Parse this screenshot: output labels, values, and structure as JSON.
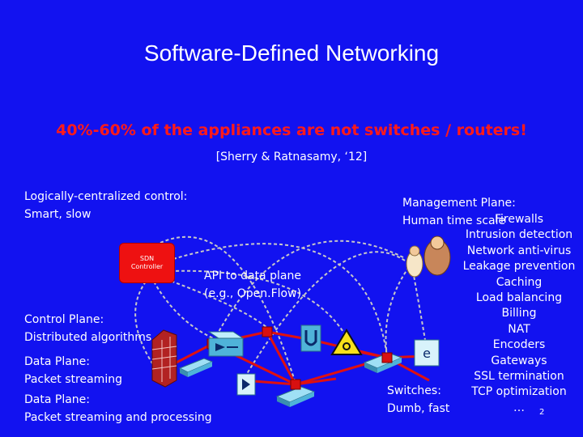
{
  "slide": {
    "title": "Software-Defined Networking",
    "headline": "40%-60% of the appliances are not switches / routers!",
    "citation": "[Sherry & Ratnasamy, ‘12]",
    "page_number": "2"
  },
  "left_labels": {
    "logically_centralized": "Logically-centralized control:",
    "smart_slow": "Smart, slow",
    "control_plane": "Control Plane:",
    "distributed_algorithms": "Distributed algorithms",
    "data_plane_1": "Data Plane:",
    "packet_streaming": "Packet streaming",
    "data_plane_2": "Data Plane:",
    "packet_streaming_processing": "Packet streaming and processing"
  },
  "controller": {
    "label": "SDN\nController"
  },
  "api": {
    "line1": "API to data plane",
    "line2": "(e.g., Open.Flow)"
  },
  "management": {
    "line1": "Management Plane:",
    "line2": "Human time scale"
  },
  "switches": {
    "line1": "Switches:",
    "line2": "Dumb, fast"
  },
  "features": [
    "Firewalls",
    "Intrusion detection",
    "Network anti-virus",
    "Leakage prevention",
    "Caching",
    "Load balancing",
    "Billing",
    "NAT",
    "Encoders",
    "Gateways",
    "SSL termination",
    "TCP optimization",
    "…"
  ],
  "colors": {
    "background": "#1212f0",
    "headline": "#ff1a1a",
    "controller": "#ee1111",
    "links": "#e01010",
    "control_lines": "#c8c8c8",
    "devices": "#4fb3d9"
  },
  "icons": [
    "firewall-icon",
    "biohazard-warning-icon",
    "magnet-icon",
    "compression-icon",
    "encryption-icon",
    "operator-icon",
    "switch-icon"
  ]
}
